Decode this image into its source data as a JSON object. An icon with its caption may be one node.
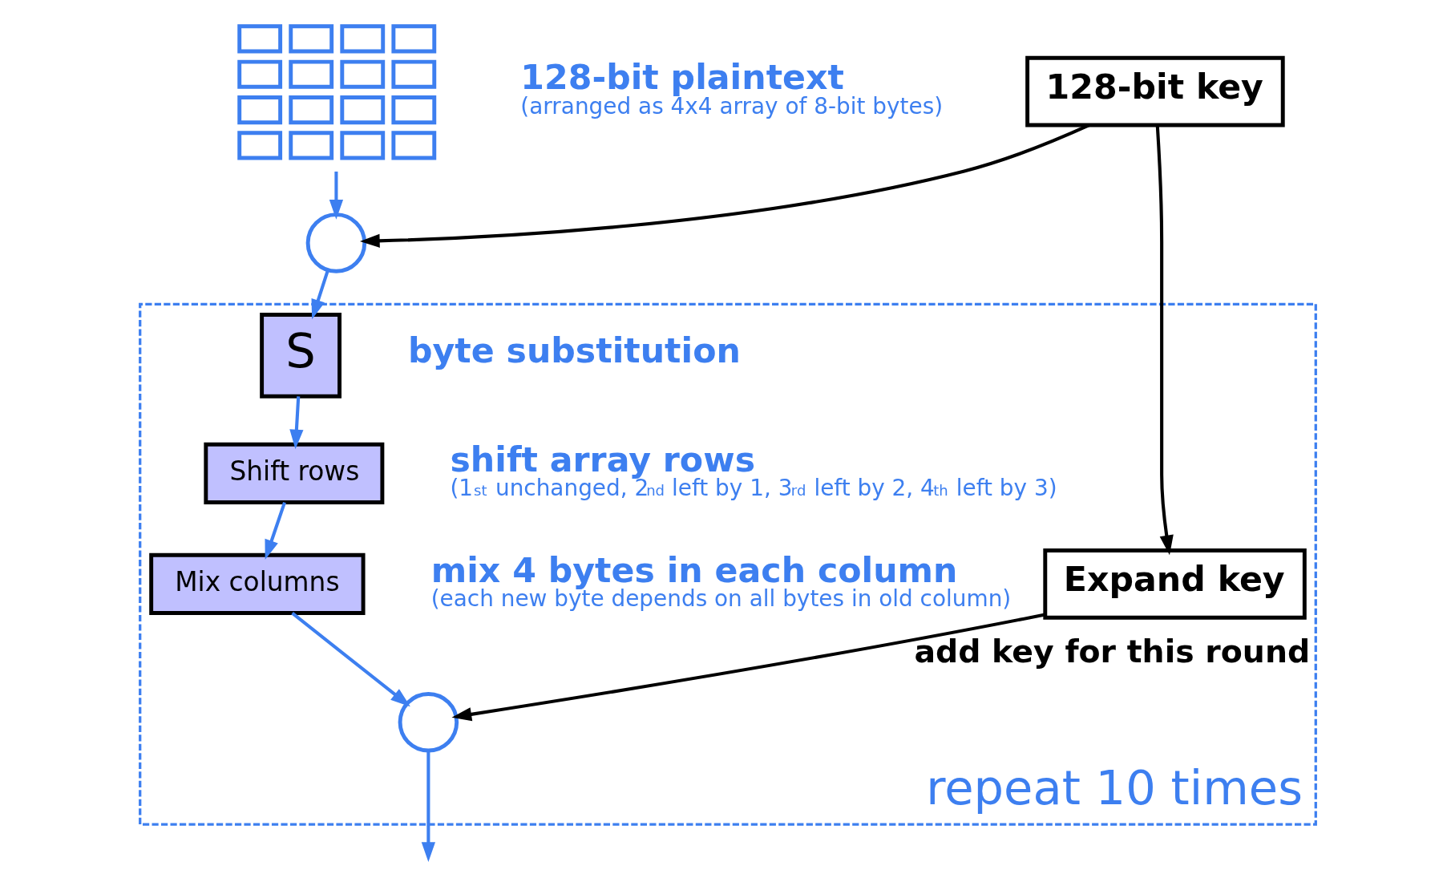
{
  "diagram": {
    "nodes": [
      {
        "text": [],
        "shape": "picture",
        "beside": [
          "128-bit plaintext",
          "(arranged as 4x4 array of 8-bit bytes)"
        ]
      },
      {
        "text": [],
        "shape": "circle"
      },
      {
        "text": [
          "128-bit key"
        ]
      },
      {
        "text": [
          "repeat 10 times"
        ]
      },
      {
        "text": [
          "S"
        ],
        "in": 3,
        "beside": [
          "byte substitution"
        ]
      },
      {
        "text": [
          "Shift rows"
        ],
        "in": 3,
        "beside": [
          "shift array rows",
          "(1$^{st}$ unchanged, 2$^{nd}$ left by 1, 3$^{rd}$ left by 2, 4$^{th}$ left by 3)"
        ]
      },
      {
        "text": [
          "Mix columns"
        ],
        "in": 3,
        "beside": [
          "mix 4 bytes in each column",
          "(each new byte depends on all bytes in old column)"
        ]
      },
      {
        "text": [],
        "shape": "circle",
        "in": 3
      },
      {
        "text": [
          "Expand key"
        ],
        "in": 3
      }
    ],
    "edges": [
      {
        "from": 0,
        "to": 1,
        "arrow": "to"
      },
      {
        "from": 2,
        "to": 1,
        "arrow": "to",
        "color": "#000000"
      },
      {
        "from": 1,
        "to": 4,
        "arrow": "to"
      },
      {
        "from": 4,
        "to": 5,
        "arrow": "to"
      },
      {
        "from": 5,
        "to": 6,
        "arrow": "to"
      },
      {
        "from": 6,
        "to": 7,
        "arrow": "to"
      },
      {
        "from": 8,
        "to": 7,
        "arrow": "to",
        "label": "add key for this round",
        "color": "#000000"
      },
      {
        "from": 2,
        "to": 8,
        "arrow": "to",
        "color": "#000000"
      },
      {
        "from": 7,
        "to": null,
        "arrow": "to"
      }
    ]
  }
}
